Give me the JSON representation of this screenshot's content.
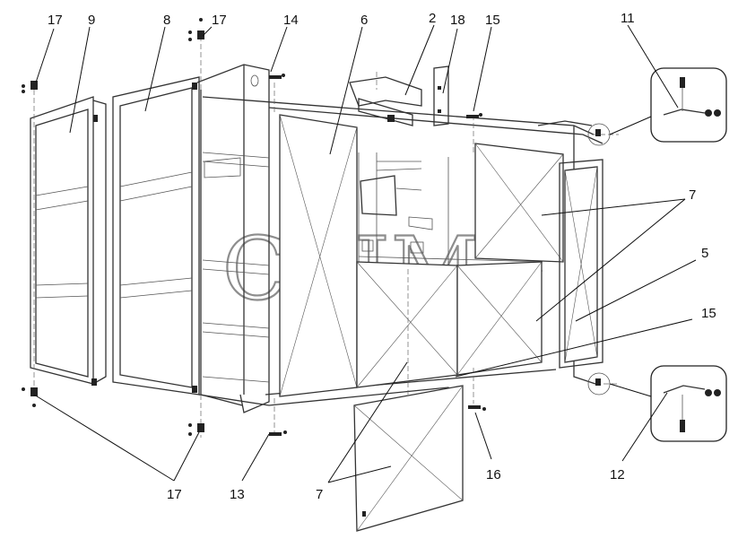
{
  "watermark": "CEJM",
  "callouts": {
    "c17a": "17",
    "c9": "9",
    "c8": "8",
    "c17b": "17",
    "c14": "14",
    "c6": "6",
    "c2": "2",
    "c18": "18",
    "c15a": "15",
    "c11": "11",
    "c7a": "7",
    "c5": "5",
    "c15b": "15",
    "c17c": "17",
    "c13": "13",
    "c7b": "7",
    "c16": "16",
    "c12": "12"
  }
}
